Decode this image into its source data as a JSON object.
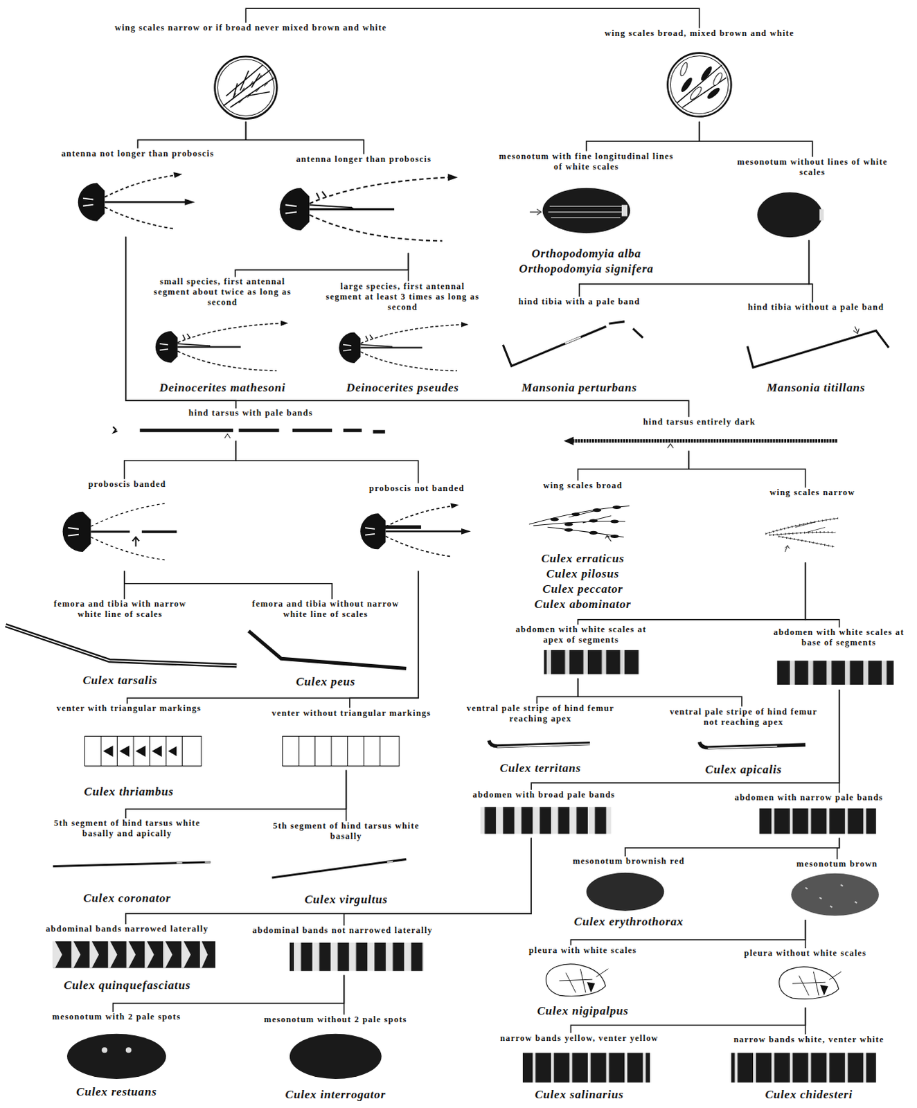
{
  "diagram": {
    "nodes": [
      {
        "text": [
          "wing scales narrow or if broad never mixed brown and white"
        ]
      },
      {
        "text": [
          "wing scales broad, mixed brown and white"
        ]
      },
      {
        "text": [
          "antenna not longer than proboscis"
        ]
      },
      {
        "text": [
          "antenna longer than proboscis"
        ]
      },
      {
        "text": [
          "mesonotum with fine longitudinal lines of white scales",
          "Orthopodomyia alba",
          "Orthopodomyia signifera"
        ]
      },
      {
        "text": [
          "mesonotum without lines of white scales"
        ]
      },
      {
        "text": [
          "small species, first antennal segment about twice as long as second",
          "Deinocerites mathesoni"
        ]
      },
      {
        "text": [
          "large species, first antennal segment at least 3 times as long as second",
          "Deinocerites pseudes"
        ]
      },
      {
        "text": [
          "hind tibia with a pale band",
          "Mansonia perturbans"
        ]
      },
      {
        "text": [
          "hind tibia without a pale band",
          "Mansonia titillans"
        ]
      },
      {
        "text": [
          "hind tarsus with pale bands"
        ]
      },
      {
        "text": [
          "hind tarsus entirely dark"
        ]
      },
      {
        "text": [
          "proboscis banded"
        ]
      },
      {
        "text": [
          "proboscis not banded"
        ]
      },
      {
        "text": [
          "wing scales broad",
          "Culex erraticus",
          "Culex pilosus",
          "Culex peccator",
          "Culex abominator"
        ]
      },
      {
        "text": [
          "wing scales narrow"
        ]
      },
      {
        "text": [
          "femora and tibia with narrow white line of scales",
          "Culex tarsalis"
        ]
      },
      {
        "text": [
          "femora and tibia without narrow white line of scales",
          "Culex peus"
        ]
      },
      {
        "text": [
          "abdomen with white scales at apex of segments"
        ]
      },
      {
        "text": [
          "abdomen with white scales at base of segments"
        ]
      },
      {
        "text": [
          "venter with triangular markings",
          "Culex thriambus"
        ]
      },
      {
        "text": [
          "venter without triangular markings"
        ]
      },
      {
        "text": [
          "ventral pale stripe of hind femur reaching apex",
          "Culex territans"
        ]
      },
      {
        "text": [
          "ventral pale stripe of hind femur not reaching apex",
          "Culex apicalis"
        ]
      },
      {
        "text": [
          "abdomen with broad pale bands"
        ]
      },
      {
        "text": [
          "abdomen with narrow pale bands"
        ]
      },
      {
        "text": [
          "5th segment of hind tarsus white basally and apically",
          "Culex coronator"
        ]
      },
      {
        "text": [
          "5th segment of hind tarsus white basally",
          "Culex virgultus"
        ]
      },
      {
        "text": [
          "mesonotum brownish red",
          "Culex erythrothorax"
        ]
      },
      {
        "text": [
          "mesonotum brown"
        ]
      },
      {
        "text": [
          "abdominal bands narrowed laterally",
          "Culex quinquefasciatus"
        ]
      },
      {
        "text": [
          "abdominal bands not narrowed laterally"
        ]
      },
      {
        "text": [
          "pleura with white scales",
          "Culex nigipalpus"
        ]
      },
      {
        "text": [
          "pleura without white scales"
        ]
      },
      {
        "text": [
          "mesonotum with 2 pale spots",
          "Culex restuans"
        ]
      },
      {
        "text": [
          "mesonotum without 2 pale spots",
          "Culex interrogator"
        ]
      },
      {
        "text": [
          "narrow bands yellow, venter yellow",
          "Culex salinarius"
        ]
      },
      {
        "text": [
          "narrow bands white, venter white",
          "Culex chidesteri"
        ]
      }
    ],
    "edges": [
      {
        "from": 0,
        "to": 1,
        "arrow": "none"
      },
      {
        "from": 0,
        "to": 2,
        "arrow": "none"
      },
      {
        "from": 0,
        "to": 3,
        "arrow": "none"
      },
      {
        "from": 1,
        "to": 4,
        "arrow": "none"
      },
      {
        "from": 1,
        "to": 5,
        "arrow": "none"
      },
      {
        "from": 3,
        "to": 6,
        "arrow": "none"
      },
      {
        "from": 3,
        "to": 7,
        "arrow": "none"
      },
      {
        "from": 5,
        "to": 8,
        "arrow": "none"
      },
      {
        "from": 5,
        "to": 9,
        "arrow": "none"
      },
      {
        "from": 2,
        "to": 10,
        "arrow": "none"
      },
      {
        "from": 2,
        "to": 11,
        "arrow": "none"
      },
      {
        "from": 10,
        "to": 12,
        "arrow": "none"
      },
      {
        "from": 10,
        "to": 13,
        "arrow": "none"
      },
      {
        "from": 11,
        "to": 14,
        "arrow": "none"
      },
      {
        "from": 11,
        "to": 15,
        "arrow": "none"
      },
      {
        "from": 12,
        "to": 16,
        "arrow": "none"
      },
      {
        "from": 12,
        "to": 17,
        "arrow": "none"
      },
      {
        "from": 13,
        "to": 20,
        "arrow": "none"
      },
      {
        "from": 13,
        "to": 21,
        "arrow": "none"
      },
      {
        "from": 15,
        "to": 18,
        "arrow": "none"
      },
      {
        "from": 15,
        "to": 19,
        "arrow": "none"
      },
      {
        "from": 21,
        "to": 26,
        "arrow": "none"
      },
      {
        "from": 21,
        "to": 27,
        "arrow": "none"
      },
      {
        "from": 18,
        "to": 22,
        "arrow": "none"
      },
      {
        "from": 18,
        "to": 23,
        "arrow": "none"
      },
      {
        "from": 19,
        "to": 24,
        "arrow": "none"
      },
      {
        "from": 19,
        "to": 25,
        "arrow": "none"
      },
      {
        "from": 24,
        "to": 30,
        "arrow": "none"
      },
      {
        "from": 24,
        "to": 31,
        "arrow": "none"
      },
      {
        "from": 25,
        "to": 28,
        "arrow": "none"
      },
      {
        "from": 25,
        "to": 29,
        "arrow": "none"
      },
      {
        "from": 31,
        "to": 34,
        "arrow": "none"
      },
      {
        "from": 31,
        "to": 35,
        "arrow": "none"
      },
      {
        "from": 29,
        "to": 32,
        "arrow": "none"
      },
      {
        "from": 29,
        "to": 33,
        "arrow": "none"
      },
      {
        "from": 33,
        "to": 36,
        "arrow": "none"
      },
      {
        "from": 33,
        "to": 37,
        "arrow": "none"
      }
    ]
  }
}
